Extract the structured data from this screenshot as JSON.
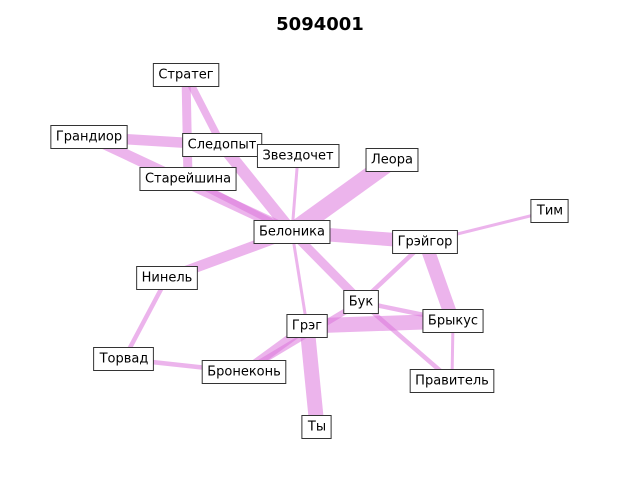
{
  "title": "5094001",
  "colors": {
    "edge": "#dd77dd",
    "node_border": "#333333",
    "node_fill": "#ffffff",
    "text": "#000000"
  },
  "nodes": [
    {
      "id": "strateg",
      "label": "Стратег"
    },
    {
      "id": "grandior",
      "label": "Грандиор"
    },
    {
      "id": "sledopyt",
      "label": "Следопыт"
    },
    {
      "id": "zvezdochet",
      "label": "Звездочет"
    },
    {
      "id": "leora",
      "label": "Леора"
    },
    {
      "id": "stareyshina",
      "label": "Старейшина"
    },
    {
      "id": "tim",
      "label": "Тим"
    },
    {
      "id": "belonika",
      "label": "Белоника"
    },
    {
      "id": "greygor",
      "label": "Грэйгор"
    },
    {
      "id": "ninel",
      "label": "Нинель"
    },
    {
      "id": "buk",
      "label": "Бук"
    },
    {
      "id": "greg",
      "label": "Грэг"
    },
    {
      "id": "brykus",
      "label": "Брыкус"
    },
    {
      "id": "torvad",
      "label": "Торвад"
    },
    {
      "id": "bronekon",
      "label": "Бронеконь"
    },
    {
      "id": "pravitel",
      "label": "Правитель"
    },
    {
      "id": "ty",
      "label": "Ты"
    }
  ],
  "edges": [
    {
      "source": "strateg",
      "target": "sledopyt",
      "weight": 5
    },
    {
      "source": "strateg",
      "target": "stareyshina",
      "weight": 6
    },
    {
      "source": "grandior",
      "target": "sledopyt",
      "weight": 7
    },
    {
      "source": "grandior",
      "target": "belonika",
      "weight": 7
    },
    {
      "source": "sledopyt",
      "target": "belonika",
      "weight": 8
    },
    {
      "source": "stareyshina",
      "target": "belonika",
      "weight": 4
    },
    {
      "source": "zvezdochet",
      "target": "belonika",
      "weight": 2
    },
    {
      "source": "leora",
      "target": "belonika",
      "weight": 12
    },
    {
      "source": "tim",
      "target": "greygor",
      "weight": 2
    },
    {
      "source": "belonika",
      "target": "greygor",
      "weight": 9
    },
    {
      "source": "belonika",
      "target": "ninel",
      "weight": 7
    },
    {
      "source": "belonika",
      "target": "buk",
      "weight": 6
    },
    {
      "source": "belonika",
      "target": "greg",
      "weight": 2
    },
    {
      "source": "greygor",
      "target": "buk",
      "weight": 3
    },
    {
      "source": "greygor",
      "target": "brykus",
      "weight": 9
    },
    {
      "source": "ninel",
      "target": "torvad",
      "weight": 3
    },
    {
      "source": "buk",
      "target": "brykus",
      "weight": 3
    },
    {
      "source": "buk",
      "target": "pravitel",
      "weight": 3
    },
    {
      "source": "buk",
      "target": "bronekon",
      "weight": 4
    },
    {
      "source": "greg",
      "target": "brykus",
      "weight": 10
    },
    {
      "source": "greg",
      "target": "bronekon",
      "weight": 6
    },
    {
      "source": "greg",
      "target": "ty",
      "weight": 10
    },
    {
      "source": "brykus",
      "target": "pravitel",
      "weight": 2
    },
    {
      "source": "torvad",
      "target": "bronekon",
      "weight": 3
    }
  ]
}
